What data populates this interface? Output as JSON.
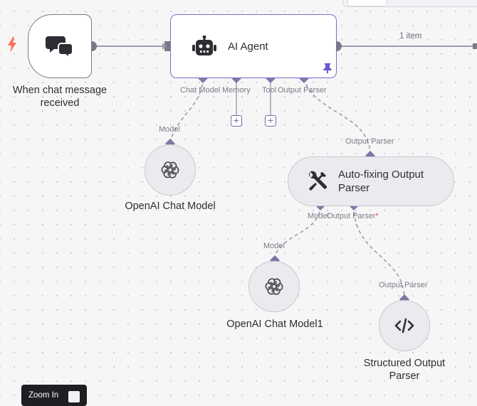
{
  "canvas": {
    "colors": {
      "edge": "#9b9bb0",
      "handle": "#7a7aa8",
      "agent_border": "#8068cc",
      "trigger_accent": "#ff6d5a",
      "pin": "#6a5acd"
    },
    "edge_label": "1 item"
  },
  "nodes": {
    "trigger": {
      "label": "When chat message received",
      "icon": "chat-bubbles-icon",
      "accent_icon": "lightning-bolt-icon"
    },
    "agent": {
      "title": "AI Agent",
      "icon": "robot-icon",
      "pin_icon": "pin-icon",
      "ports": {
        "chat_model": "Chat Model",
        "memory": "Memory",
        "tool": "Tool",
        "output_parser": "Output Parser"
      }
    },
    "openai_model": {
      "label": "OpenAI Chat Model",
      "port_label": "Model",
      "icon": "openai-icon"
    },
    "auto_fixing": {
      "title": "Auto-fixing Output Parser",
      "icon": "wrench-screwdriver-icon",
      "input_port": "Output Parser",
      "ports": {
        "model": "Model",
        "output_parser": "Output Parser",
        "required_marker": "*"
      }
    },
    "openai_model1": {
      "label": "OpenAI Chat Model1",
      "port_label": "Model",
      "icon": "openai-icon"
    },
    "structured": {
      "label": "Structured Output Parser",
      "port_label": "Output Parser",
      "icon": "code-icon"
    }
  },
  "tooltip": {
    "text": "Zoom In"
  }
}
